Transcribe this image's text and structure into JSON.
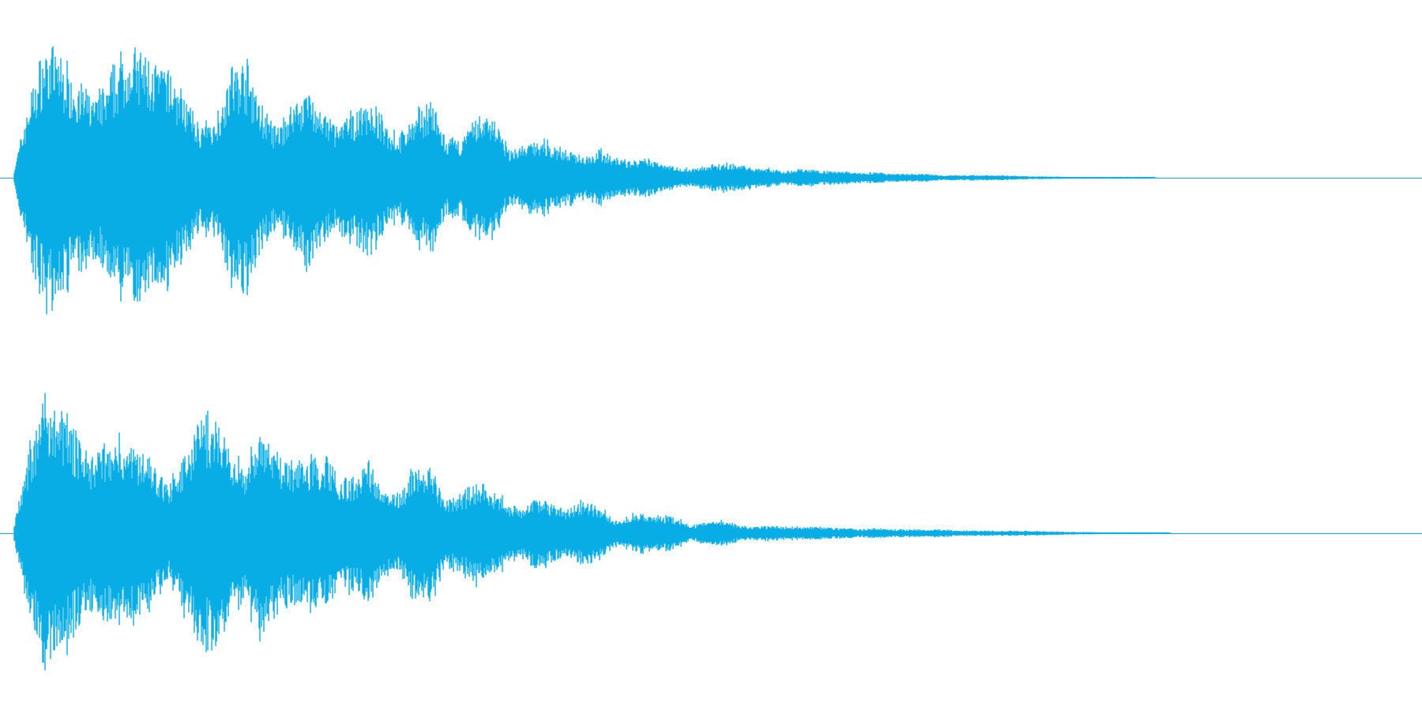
{
  "colors": {
    "background": "#ffffff",
    "waveform": "#07ade4",
    "center_line": "#07ade4"
  },
  "channels": [
    {
      "name": "left-channel",
      "envelope_peaks": [
        0.06,
        0.62,
        0.99,
        0.93,
        0.74,
        0.62,
        0.7,
        0.95,
        0.96,
        0.88,
        0.82,
        0.64,
        0.4,
        0.44,
        0.82,
        0.88,
        0.56,
        0.36,
        0.55,
        0.7,
        0.48,
        0.4,
        0.5,
        0.6,
        0.42,
        0.32,
        0.48,
        0.6,
        0.28,
        0.3,
        0.46,
        0.5,
        0.22,
        0.24,
        0.3,
        0.25,
        0.2,
        0.17,
        0.22,
        0.15,
        0.13,
        0.14,
        0.12,
        0.08,
        0.07,
        0.09,
        0.11,
        0.1,
        0.08,
        0.07,
        0.05,
        0.07,
        0.06,
        0.05,
        0.05,
        0.04,
        0.04,
        0.03,
        0.03,
        0.03,
        0.02,
        0.02,
        0.02,
        0.02,
        0.02,
        0.015,
        0.012,
        0.01,
        0.008,
        0.006,
        0.005,
        0.004,
        0.003,
        0.002,
        0.0,
        0.0,
        0.0,
        0.0,
        0.0,
        0.0
      ]
    },
    {
      "name": "right-channel",
      "envelope_peaks": [
        0.06,
        0.66,
        0.99,
        0.95,
        0.76,
        0.58,
        0.72,
        0.72,
        0.66,
        0.56,
        0.36,
        0.6,
        0.86,
        0.9,
        0.58,
        0.52,
        0.8,
        0.62,
        0.56,
        0.58,
        0.6,
        0.46,
        0.42,
        0.56,
        0.32,
        0.3,
        0.52,
        0.54,
        0.26,
        0.3,
        0.4,
        0.34,
        0.24,
        0.2,
        0.28,
        0.22,
        0.18,
        0.26,
        0.2,
        0.1,
        0.14,
        0.16,
        0.14,
        0.12,
        0.06,
        0.09,
        0.1,
        0.06,
        0.05,
        0.06,
        0.05,
        0.05,
        0.05,
        0.04,
        0.04,
        0.03,
        0.04,
        0.03,
        0.03,
        0.03,
        0.03,
        0.025,
        0.02,
        0.02,
        0.02,
        0.02,
        0.018,
        0.015,
        0.012,
        0.01,
        0.008,
        0.006,
        0.005,
        0.004,
        0.002,
        0.0,
        0.0,
        0.0,
        0.0,
        0.0
      ]
    }
  ]
}
